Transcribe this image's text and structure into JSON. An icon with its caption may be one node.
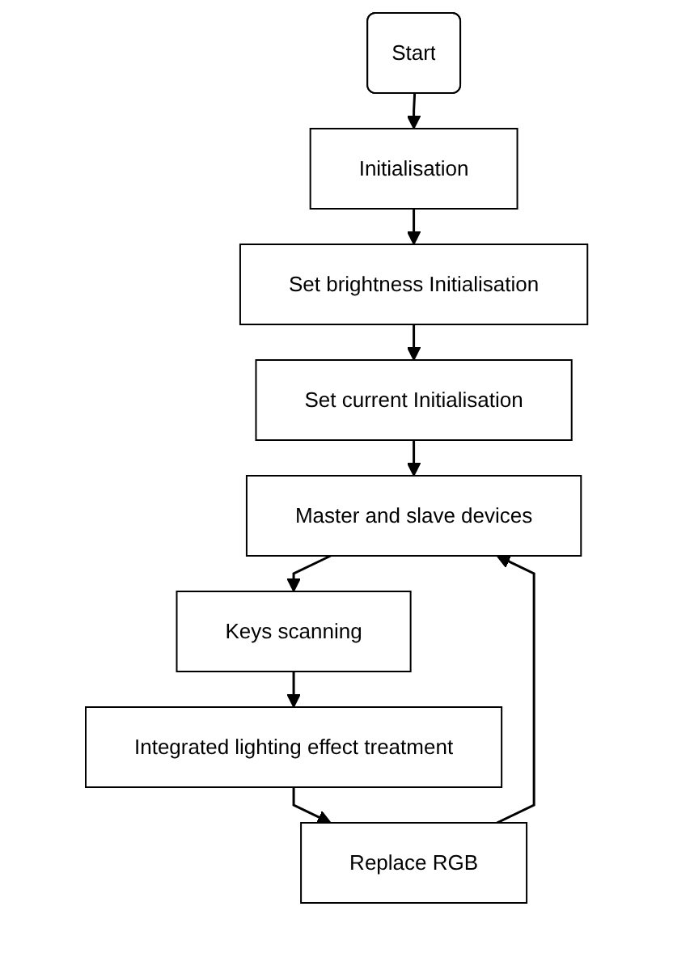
{
  "diagram": {
    "nodes": [
      {
        "text": [
          "Start"
        ]
      },
      {
        "text": [
          "Initialisation"
        ]
      },
      {
        "text": [
          "Set brightness Initialisation"
        ]
      },
      {
        "text": [
          "Set current Initialisation"
        ]
      },
      {
        "text": [
          "Master and slave devices"
        ]
      },
      {
        "text": [
          "Keys scanning"
        ]
      },
      {
        "text": [
          "Integrated lighting effect treatment"
        ]
      },
      {
        "text": [
          "Replace RGB"
        ]
      }
    ],
    "edges": [
      {
        "from": 0,
        "to": 1,
        "arrow": "to"
      },
      {
        "from": 1,
        "to": 2,
        "arrow": "to"
      },
      {
        "from": 2,
        "to": 3,
        "arrow": "to"
      },
      {
        "from": 3,
        "to": 4,
        "arrow": "to"
      },
      {
        "from": 4,
        "to": 5,
        "arrow": "to"
      },
      {
        "from": 5,
        "to": 6,
        "arrow": "to"
      },
      {
        "from": 6,
        "to": 7,
        "arrow": "to"
      },
      {
        "from": 7,
        "to": 4,
        "arrow": "to"
      }
    ]
  }
}
